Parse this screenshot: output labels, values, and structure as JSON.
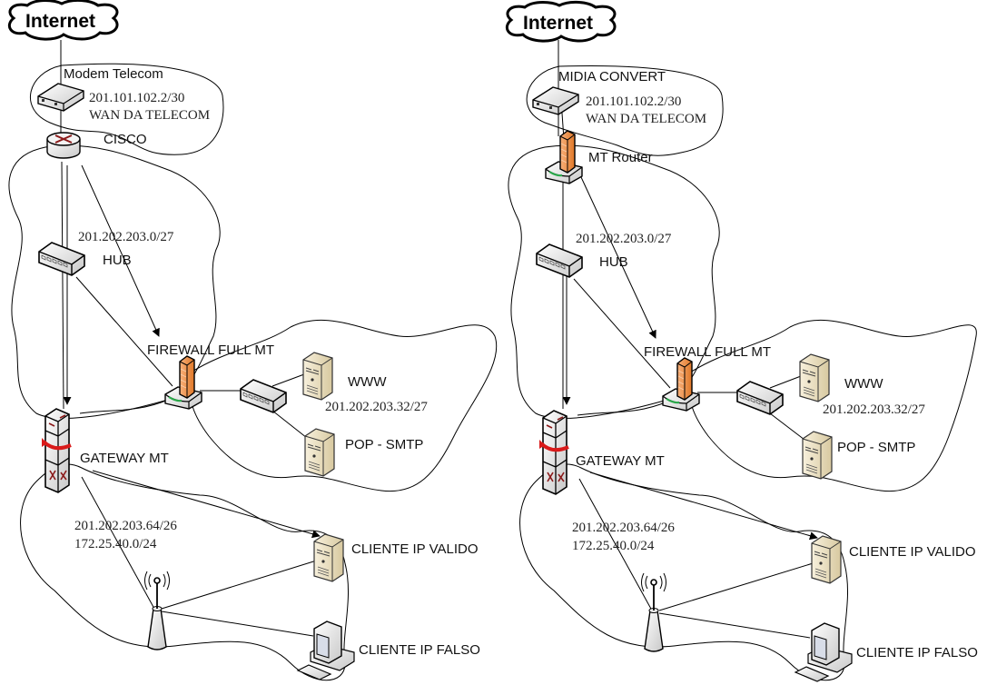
{
  "diagrams": [
    {
      "id": "left",
      "cloud": "Internet",
      "modem": {
        "name": "Modem Telecom",
        "ip": "201.101.102.2/30",
        "desc": "WAN DA TELECOM"
      },
      "router": {
        "name": "CISCO",
        "type": "router"
      },
      "hub": {
        "name": "HUB",
        "subnet": "201.202.203.0/27"
      },
      "firewall": {
        "name": "FIREWALL FULL MT"
      },
      "dmz": {
        "subnet": "201.202.203.32/27",
        "servers": [
          "WWW",
          "POP - SMTP"
        ]
      },
      "gateway": {
        "name": "GATEWAY MT",
        "subnets": [
          "201.202.203.64/26",
          "172.25.40.0/24"
        ]
      },
      "clients": [
        "CLIENTE IP VALIDO",
        "CLIENTE IP FALSO"
      ]
    },
    {
      "id": "right",
      "cloud": "Internet",
      "modem": {
        "name": "MIDIA CONVERT",
        "ip": "201.101.102.2/30",
        "desc": "WAN DA TELECOM"
      },
      "router": {
        "name": "MT Router",
        "type": "firewall-router"
      },
      "hub": {
        "name": "HUB",
        "subnet": "201.202.203.0/27"
      },
      "firewall": {
        "name": "FIREWALL FULL MT"
      },
      "dmz": {
        "subnet": "201.202.203.32/27",
        "servers": [
          "WWW",
          "POP - SMTP"
        ]
      },
      "gateway": {
        "name": "GATEWAY MT",
        "subnets": [
          "201.202.203.64/26",
          "172.25.40.0/24"
        ]
      },
      "clients": [
        "CLIENTE IP VALIDO",
        "CLIENTE IP FALSO"
      ]
    }
  ],
  "colors": {
    "firewall": "#f0934e",
    "router_arrow": "#8b1a1a",
    "gateway_arrow": "#d91a1a",
    "server": "#efe4c6"
  }
}
